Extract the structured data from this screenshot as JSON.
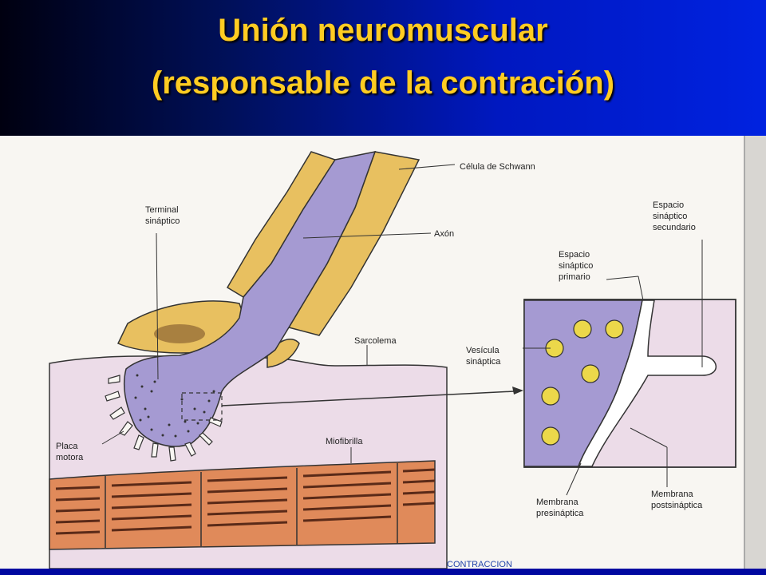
{
  "slide": {
    "title_line1": "Unión neuromuscular",
    "title_line2": "(responsable de la contración)"
  },
  "diagram": {
    "labels": {
      "schwann": "Célula de Schwann",
      "terminal_1": "Terminal",
      "terminal_2": "sináptico",
      "axon": "Axón",
      "sarcolema": "Sarcolema",
      "placa_1": "Placa",
      "placa_2": "motora",
      "miofibrilla": "Miofibrilla",
      "espacio_primario_1": "Espacio",
      "espacio_primario_2": "sináptico",
      "espacio_primario_3": "primario",
      "espacio_secundario_1": "Espacio",
      "espacio_secundario_2": "sináptico",
      "espacio_secundario_3": "secundario",
      "vesicula_1": "Vesícula",
      "vesicula_2": "sináptica",
      "membrana_pre_1": "Membrana",
      "membrana_pre_2": "presináptica",
      "membrana_post_1": "Membrana",
      "membrana_post_2": "postsináptica",
      "footer_text": "CONTRACCION"
    },
    "colors": {
      "schwann": "#e8c060",
      "axon": "#a59ad2",
      "muscle": "#ecdce8",
      "myofibril": "#e08a5a",
      "outline": "#333333"
    }
  }
}
